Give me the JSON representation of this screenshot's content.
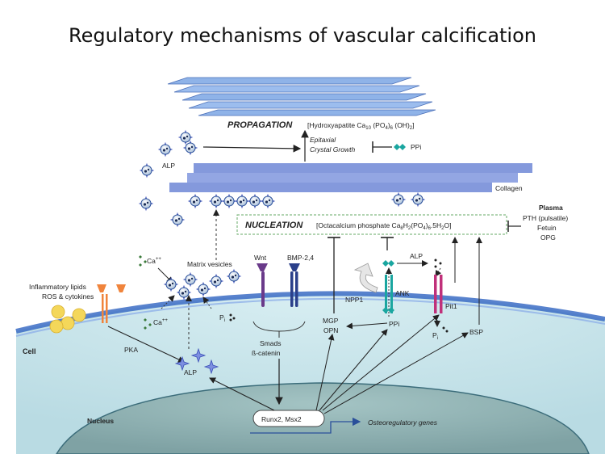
{
  "title": "Regulatory mechanisms of vascular calcification",
  "propagation": {
    "label": "PROPAGATION",
    "formula_prefix": "[Hydroxyapatite Ca",
    "ca_sub": "10",
    "mid1": " (PO",
    "po_sub": "4",
    "mid2": ")",
    "po_count": "6",
    "tail": " (OH)",
    "oh_sub": "2",
    "end": "]"
  },
  "epitaxial": {
    "line1": "Epitaxial",
    "line2": "Crystal Growth"
  },
  "ppi_top": "PPi",
  "alp_top": "ALP",
  "collagen": "Collagen",
  "plasma": {
    "title": "Plasma",
    "items": [
      "PTH (pulsatile)",
      "Fetuin",
      "OPG"
    ]
  },
  "nucleation": {
    "label": "NUCLEATION",
    "formula_prefix": "[Octacalcium phosphate Ca",
    "ca_sub": "8",
    "h": "H",
    "h_sub": "2",
    "mid": "(PO",
    "po_sub": "4",
    "paren": ")",
    "po_count": "6",
    "tail": ".5H",
    "h2_sub": "2",
    "end": "O]"
  },
  "ca_top": "Ca",
  "ca_bottom": "Ca",
  "ca_charge": "++",
  "matrix_vesicles": "Matrix vesicles",
  "wnt": "Wnt",
  "bmp": "BMP-2,4",
  "alp_right": "ALP",
  "npp1": "NPP1",
  "ank": "ANK",
  "pit1": "Pit1",
  "pi_left": "P",
  "pi_right": "P",
  "pi_sub": "i",
  "ppi_bottom": "PPi",
  "mgp": "MGP",
  "opn": "OPN",
  "inflammatory": {
    "line1": "Inflammatory lipids",
    "line2": "ROS & cytokines"
  },
  "cell": "Cell",
  "pka": "PKA",
  "alp_cell": "ALP",
  "smads": "Smads",
  "catenin": "ß-catenin",
  "bsp": "BSP",
  "nucleus": "Nucleus",
  "runx": "Runx2, Msx2",
  "osteo_genes": "Osteoregulatory genes",
  "colors": {
    "crystal": "#8fb3e8",
    "collagen": "#6f87d6",
    "membrane": "#3b6cc4",
    "cytoplasm": "#c4e4ea",
    "nucleus": "#88acac",
    "teal": "#1aa6a0",
    "magenta": "#c0307a",
    "purple": "#6a3a8a",
    "orange": "#f0843c",
    "yellow": "#f4d75a"
  }
}
